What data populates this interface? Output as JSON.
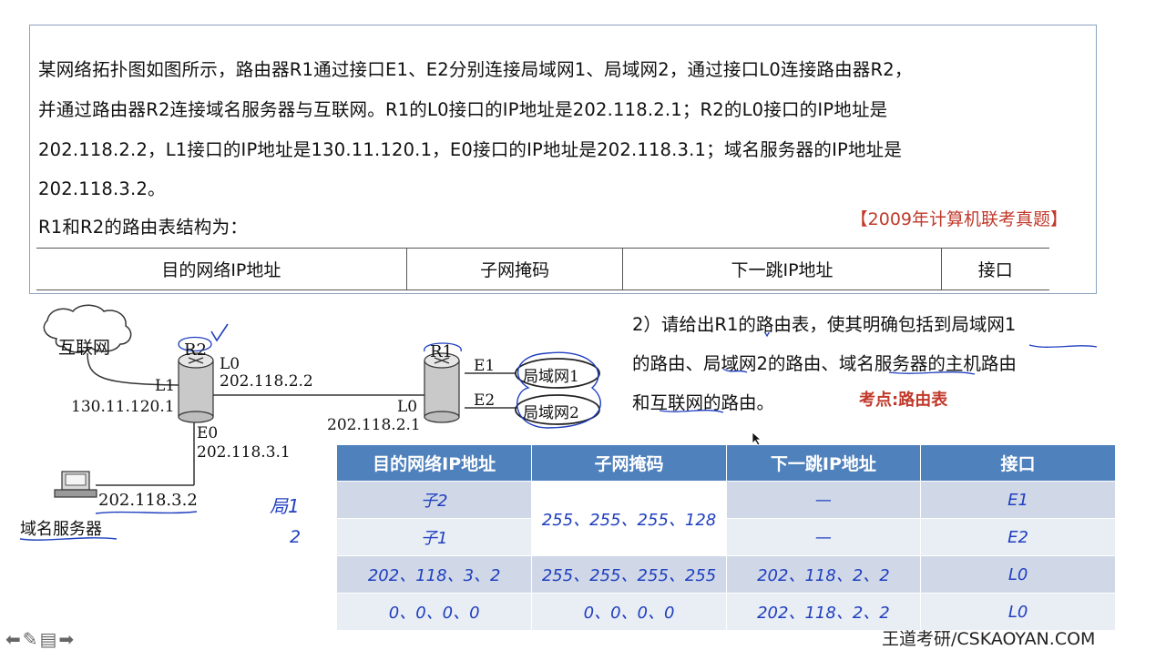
{
  "question": {
    "lines": [
      "某网络拓扑图如图所示，路由器R1通过接口E1、E2分别连接局域网1、局域网2，通过接口L0连接路由器R2，",
      "并通过路由器R2连接域名服务器与互联网。R1的L0接口的IP地址是202.118.2.1；R2的L0接口的IP地址是",
      "202.118.2.2，L1接口的IP地址是130.11.120.1，E0接口的IP地址是202.118.3.1；域名服务器的IP地址是",
      "202.118.3.2。",
      "R1和R2的路由表结构为："
    ],
    "source_tag": "【2009年计算机联考真题】",
    "structure_headers": [
      "目的网络IP地址",
      "子网掩码",
      "下一跳IP地址",
      "接口"
    ]
  },
  "subquestion": {
    "lines": [
      "2）请给出R1的路由表，使其明确包括到局域网1",
      "的路由、局域网2的路由、域名服务器的主机路由",
      "和互联网的路由。"
    ],
    "kaodian": "考点:路由表"
  },
  "diagram": {
    "internet_label": "互联网",
    "r2_label": "R2",
    "r1_label": "R1",
    "r2_l0": "L0",
    "r2_l0_ip": "202.118.2.2",
    "r2_l1": "L1",
    "r2_l1_ip": "130.11.120.1",
    "r2_e0": "E0",
    "r2_e0_ip": "202.118.3.1",
    "r1_l0": "L0",
    "r1_l0_ip": "202.118.2.1",
    "r1_e1": "E1",
    "r1_e2": "E2",
    "lan1": "局域网1",
    "lan2": "局域网2",
    "server_ip": "202.118.3.2",
    "server_label": "域名服务器"
  },
  "annotations": {
    "ju1": "局1",
    "num2": "2"
  },
  "routing_table": {
    "headers": [
      "目的网络IP地址",
      "子网掩码",
      "下一跳IP地址",
      "接口"
    ],
    "rows": [
      {
        "dest": "子2",
        "next": "—",
        "iface": "E1"
      },
      {
        "dest": "子1",
        "next": "—",
        "iface": "E2"
      },
      {
        "dest": "202、118、3、2",
        "mask": "255、255、255、255",
        "next": "202、118、2、2",
        "iface": "L0"
      },
      {
        "dest": "0、0、0、0",
        "mask": "0、0、0、0",
        "next": "202、118、2、2",
        "iface": "L0"
      }
    ],
    "merged_mask": "255、255、255、128"
  },
  "footer": {
    "watermark": "王道考研/CSKAOYAN.COM",
    "nav": "⬅✎▤➡"
  },
  "colors": {
    "header_blue": "#4f81bd",
    "row_light": "#d0d8e8",
    "row_lighter": "#e9edf4",
    "accent_red": "#c0392b",
    "handwriting_blue": "#1f3fbf"
  }
}
